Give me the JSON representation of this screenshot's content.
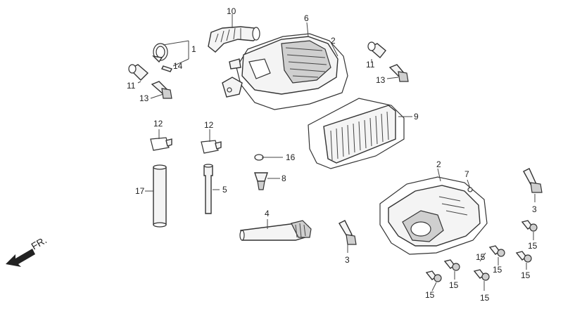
{
  "direction_label": "FR.",
  "callouts": {
    "c1": "1",
    "c2a": "2",
    "c2b": "2",
    "c3a": "3",
    "c3b": "3",
    "c4": "4",
    "c5": "5",
    "c6": "6",
    "c7": "7",
    "c8": "8",
    "c9": "9",
    "c10": "10",
    "c11a": "11",
    "c11b": "11",
    "c12a": "12",
    "c12b": "12",
    "c13a": "13",
    "c13b": "13",
    "c14": "14",
    "c15a": "15",
    "c15b": "15",
    "c15c": "15",
    "c15d": "15",
    "c15e": "15",
    "c15f": "15",
    "c15g": "15",
    "c16": "16",
    "c17": "17"
  }
}
